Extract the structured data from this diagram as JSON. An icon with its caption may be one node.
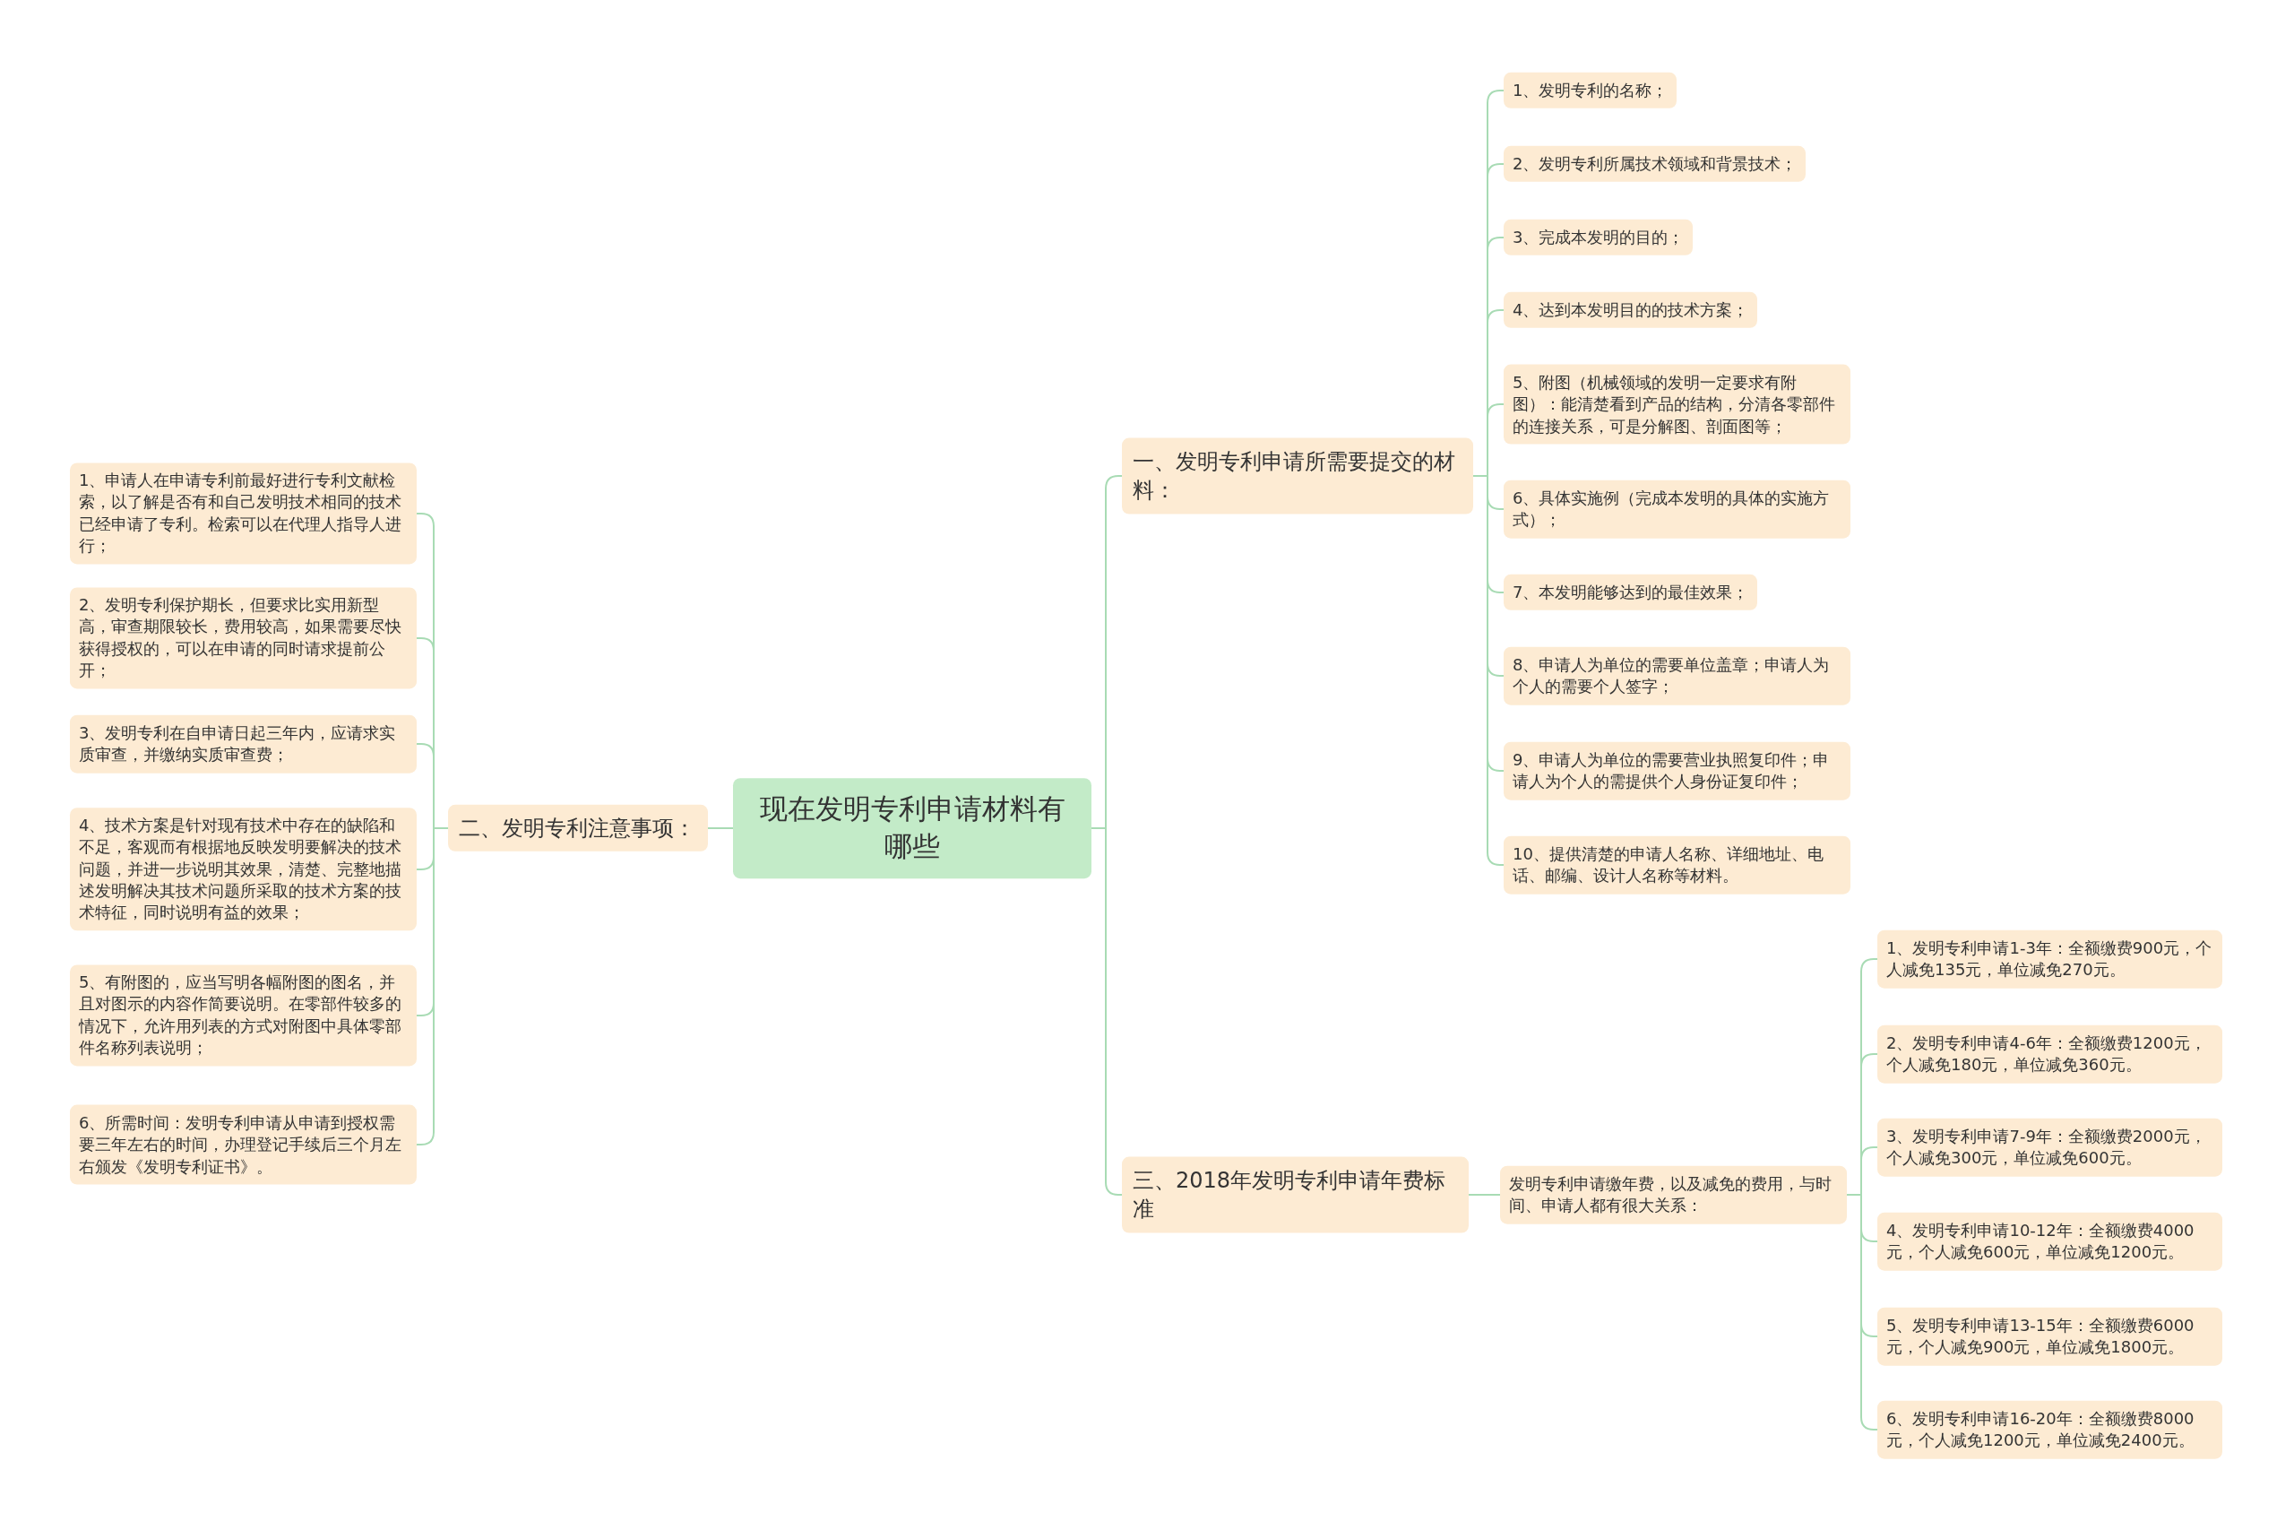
{
  "diagram": {
    "nodes": [
      {
        "text": [
          "现在发明专利申请材料有哪些"
        ]
      },
      {
        "text": [
          "一、发明专利申请所需要提交的材料："
        ]
      },
      {
        "text": [
          "1、发明专利的名称；"
        ]
      },
      {
        "text": [
          "2、发明专利所属技术领域和背景技术；"
        ]
      },
      {
        "text": [
          "3、完成本发明的目的；"
        ]
      },
      {
        "text": [
          "4、达到本发明目的的技术方案；"
        ]
      },
      {
        "text": [
          "5、附图（机械领域的发明一定要求有附图）：能清楚看到产品的结构，分清各零部件的连接关系，可是分解图、剖面图等；"
        ]
      },
      {
        "text": [
          "6、具体实施例（完成本发明的具体的实施方式）；"
        ]
      },
      {
        "text": [
          "7、本发明能够达到的最佳效果；"
        ]
      },
      {
        "text": [
          "8、申请人为单位的需要单位盖章；申请人为个人的需要个人签字；"
        ]
      },
      {
        "text": [
          "9、申请人为单位的需要营业执照复印件；申请人为个人的需提供个人身份证复印件；"
        ]
      },
      {
        "text": [
          "10、提供清楚的申请人名称、详细地址、电话、邮编、设计人名称等材料。"
        ]
      },
      {
        "text": [
          "三、2018年发明专利申请年费标准"
        ]
      },
      {
        "text": [
          "发明专利申请缴年费，以及减免的费用，与时间、申请人都有很大关系："
        ]
      },
      {
        "text": [
          "1、发明专利申请1-3年：全额缴费900元，个人减免135元，单位减免270元。"
        ]
      },
      {
        "text": [
          "2、发明专利申请4-6年：全额缴费1200元，个人减免180元，单位减免360元。"
        ]
      },
      {
        "text": [
          "3、发明专利申请7-9年：全额缴费2000元，个人减免300元，单位减免600元。"
        ]
      },
      {
        "text": [
          "4、发明专利申请10-12年：全额缴费4000元，个人减免600元，单位减免1200元。"
        ]
      },
      {
        "text": [
          "5、发明专利申请13-15年：全额缴费6000元，个人减免900元，单位减免1800元。"
        ]
      },
      {
        "text": [
          "6、发明专利申请16-20年：全额缴费8000元，个人减免1200元，单位减免2400元。"
        ]
      },
      {
        "text": [
          "二、发明专利注意事项："
        ]
      },
      {
        "text": [
          "1、申请人在申请专利前最好进行专利文献检索，以了解是否有和自己发明技术相同的技术已经申请了专利。检索可以在代理人指导人进行；"
        ]
      },
      {
        "text": [
          "2、发明专利保护期长，但要求比实用新型高，审查期限较长，费用较高，如果需要尽快获得授权的，可以在申请的同时请求提前公开；"
        ]
      },
      {
        "text": [
          "3、发明专利在自申请日起三年内，应请求实质审查，并缴纳实质审查费；"
        ]
      },
      {
        "text": [
          "4、技术方案是针对现有技术中存在的缺陷和不足，客观而有根据地反映发明要解决的技术问题，并进一步说明其效果，清楚、完整地描述发明解决其技术问题所采取的技术方案的技术特征，同时说明有益的效果；"
        ]
      },
      {
        "text": [
          "5、有附图的，应当写明各幅附图的图名，并且对图示的内容作简要说明。在零部件较多的情况下，允许用列表的方式对附图中具体零部件名称列表说明；"
        ]
      },
      {
        "text": [
          "6、所需时间：发明专利申请从申请到授权需要三年左右的时间，办理登记手续后三个月左右颁发《发明专利证书》。"
        ]
      }
    ],
    "edges": [
      {
        "from": 0,
        "to": 1,
        "arrow": "none"
      },
      {
        "from": 1,
        "to": 2,
        "arrow": "none"
      },
      {
        "from": 1,
        "to": 3,
        "arrow": "none"
      },
      {
        "from": 1,
        "to": 4,
        "arrow": "none"
      },
      {
        "from": 1,
        "to": 5,
        "arrow": "none"
      },
      {
        "from": 1,
        "to": 6,
        "arrow": "none"
      },
      {
        "from": 1,
        "to": 7,
        "arrow": "none"
      },
      {
        "from": 1,
        "to": 8,
        "arrow": "none"
      },
      {
        "from": 1,
        "to": 9,
        "arrow": "none"
      },
      {
        "from": 1,
        "to": 10,
        "arrow": "none"
      },
      {
        "from": 1,
        "to": 11,
        "arrow": "none"
      },
      {
        "from": 0,
        "to": 12,
        "arrow": "none"
      },
      {
        "from": 12,
        "to": 13,
        "arrow": "none"
      },
      {
        "from": 13,
        "to": 14,
        "arrow": "none"
      },
      {
        "from": 13,
        "to": 15,
        "arrow": "none"
      },
      {
        "from": 13,
        "to": 16,
        "arrow": "none"
      },
      {
        "from": 13,
        "to": 17,
        "arrow": "none"
      },
      {
        "from": 13,
        "to": 18,
        "arrow": "none"
      },
      {
        "from": 13,
        "to": 19,
        "arrow": "none"
      },
      {
        "from": 0,
        "to": 20,
        "arrow": "none"
      },
      {
        "from": 20,
        "to": 21,
        "arrow": "none"
      },
      {
        "from": 20,
        "to": 22,
        "arrow": "none"
      },
      {
        "from": 20,
        "to": 23,
        "arrow": "none"
      },
      {
        "from": 20,
        "to": 24,
        "arrow": "none"
      },
      {
        "from": 20,
        "to": 25,
        "arrow": "none"
      },
      {
        "from": 20,
        "to": 26,
        "arrow": "none"
      }
    ]
  }
}
